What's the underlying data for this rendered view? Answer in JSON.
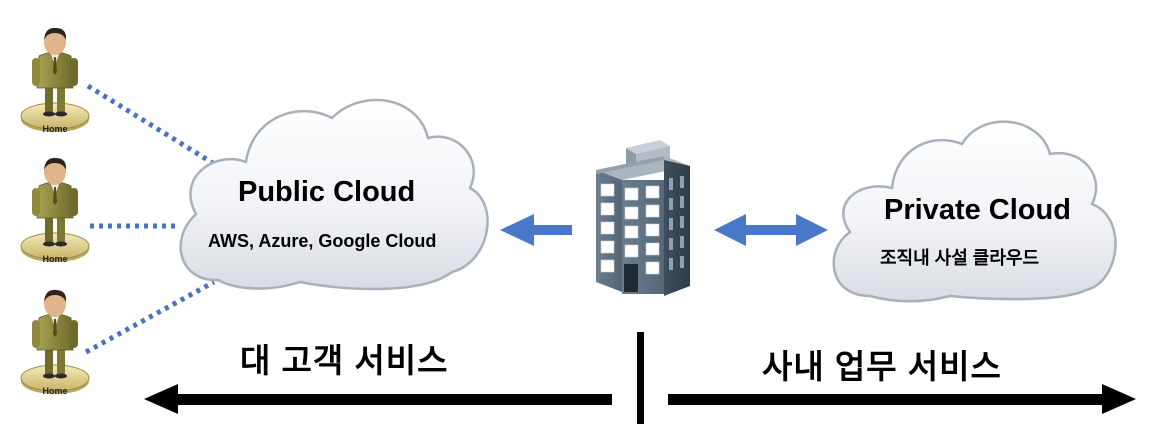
{
  "users": [
    {
      "label": "Home"
    },
    {
      "label": "Home"
    },
    {
      "label": "Home"
    }
  ],
  "public_cloud": {
    "title": "Public Cloud",
    "subtitle": "AWS, Azure, Google Cloud"
  },
  "private_cloud": {
    "title": "Private Cloud",
    "subtitle": "조직내 사설 클라우드"
  },
  "bottom": {
    "left_label": "대 고객 서비스",
    "right_label": "사내 업무 서비스"
  },
  "colors": {
    "connector_dotted": "#4a72c4",
    "arrow_blue": "#4a78c8",
    "cloud_fill": "#eef0f4",
    "cloud_outline": "#a9b0bc",
    "building": "#5d6f7e",
    "person_suit": "#8f8a40"
  }
}
